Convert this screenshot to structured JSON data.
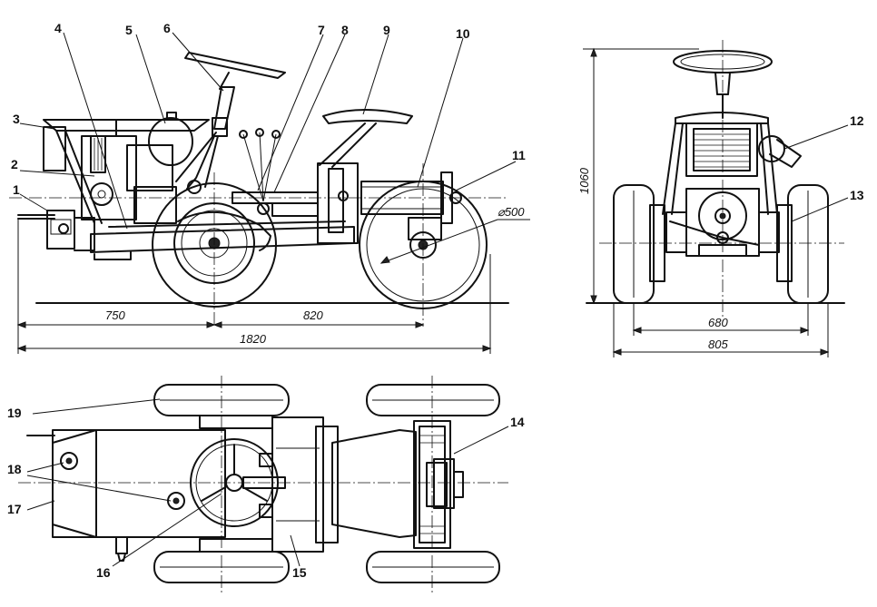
{
  "callouts": {
    "c1": "1",
    "c2": "2",
    "c3": "3",
    "c4": "4",
    "c5": "5",
    "c6": "6",
    "c7": "7",
    "c8": "8",
    "c9": "9",
    "c10": "10",
    "c11": "11",
    "c12": "12",
    "c13": "13",
    "c14": "14",
    "c15": "15",
    "c16": "16",
    "c17": "17",
    "c18": "18",
    "c19": "19"
  },
  "dimensions": {
    "front_overhang": "750",
    "wheelbase": "820",
    "overall_length": "1820",
    "rear_wheel_diameter": "⌀500",
    "height": "1060",
    "track": "680",
    "overall_width": "805"
  }
}
